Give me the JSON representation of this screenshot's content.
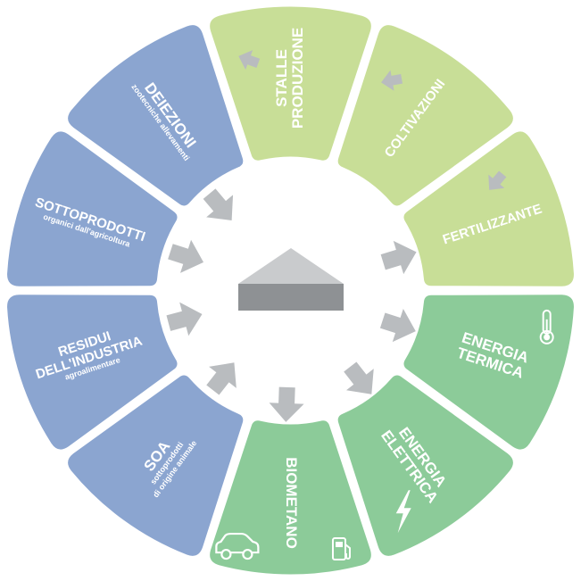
{
  "colors": {
    "blue": "#8BA5D0",
    "light_green": "#C8DE97",
    "green": "#8CCB99",
    "arrow": "#B9BCBF",
    "digester_top": "#C9CBCD",
    "digester_base": "#8E9194"
  },
  "segments": [
    {
      "id": "stalle-produzione",
      "color": "light_green",
      "lines": [
        "STALLE",
        "PRODUZIONE"
      ],
      "sub": []
    },
    {
      "id": "coltivazioni",
      "color": "light_green",
      "lines": [
        "COLTIVAZIONI"
      ],
      "sub": []
    },
    {
      "id": "fertilizzante",
      "color": "light_green",
      "lines": [
        "FERTILIZZANTE"
      ],
      "sub": []
    },
    {
      "id": "energia-termica",
      "color": "green",
      "lines": [
        "ENERGIA",
        "TERMICA"
      ],
      "sub": [],
      "icon": "thermometer-icon"
    },
    {
      "id": "energia-elettrica",
      "color": "green",
      "lines": [
        "ENERGIA",
        "ELETTRICA"
      ],
      "sub": [],
      "icon": "lightning-bolt-icon"
    },
    {
      "id": "biometano",
      "color": "green",
      "lines": [
        "BIOMETANO"
      ],
      "sub": [],
      "icon": "fuel-pump-icon",
      "icon2": "car-icon"
    },
    {
      "id": "soa",
      "color": "blue",
      "lines": [
        "SOA"
      ],
      "sub": [
        "sottoprodotti",
        "di origine animale"
      ]
    },
    {
      "id": "residui-industria",
      "color": "blue",
      "lines": [
        "RESIDUI",
        "DELL'INDUSTRIA"
      ],
      "sub": [
        "agroalimentare"
      ]
    },
    {
      "id": "sottoprodotti",
      "color": "blue",
      "lines": [
        "SOTTOPRODOTTI"
      ],
      "sub": [
        "organici dall'agricoltura"
      ]
    },
    {
      "id": "deiezioni",
      "color": "blue",
      "lines": [
        "DEIEZIONI"
      ],
      "sub": [
        "zootecniche allevamenti"
      ]
    }
  ]
}
